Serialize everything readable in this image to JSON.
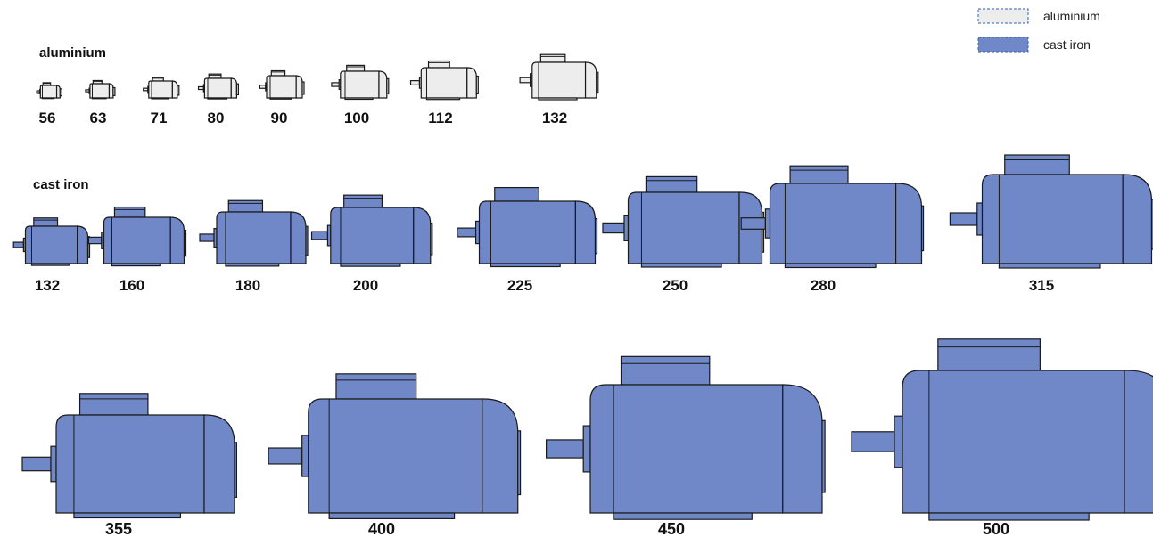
{
  "legend": {
    "items": [
      {
        "label": "aluminium",
        "color": "#ededed",
        "border": "dashed-blue"
      },
      {
        "label": "cast iron",
        "color": "#7088c8",
        "border": "dashed-blue"
      }
    ]
  },
  "groups": {
    "aluminium": {
      "title": "aluminium",
      "color": "#ededed",
      "frame_sizes": [
        "56",
        "63",
        "71",
        "80",
        "90",
        "100",
        "112",
        "132"
      ]
    },
    "cast_iron": {
      "title": "cast iron",
      "color": "#7088c8",
      "frame_sizes_row1": [
        "132",
        "160",
        "180",
        "200",
        "225",
        "250",
        "280",
        "315"
      ],
      "frame_sizes_row2": [
        "355",
        "400",
        "450",
        "500"
      ]
    }
  }
}
